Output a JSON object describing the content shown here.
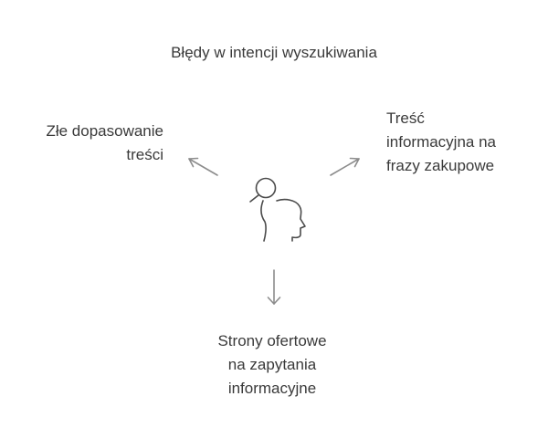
{
  "title": "Błędy w intencji wyszukiwania",
  "center_icon": "head-search-icon",
  "nodes": {
    "left": {
      "lines": [
        "Złe dopasowanie",
        "treści"
      ]
    },
    "right": {
      "lines": [
        "Treść",
        "informacyjna na",
        "frazy zakupowe"
      ]
    },
    "bottom": {
      "lines": [
        "Strony ofertowe",
        "na zapytania",
        "informacyjne"
      ]
    }
  },
  "colors": {
    "text": "#3a3a3a",
    "arrow": "#8c8c8c",
    "icon": "#4a4a4a"
  }
}
